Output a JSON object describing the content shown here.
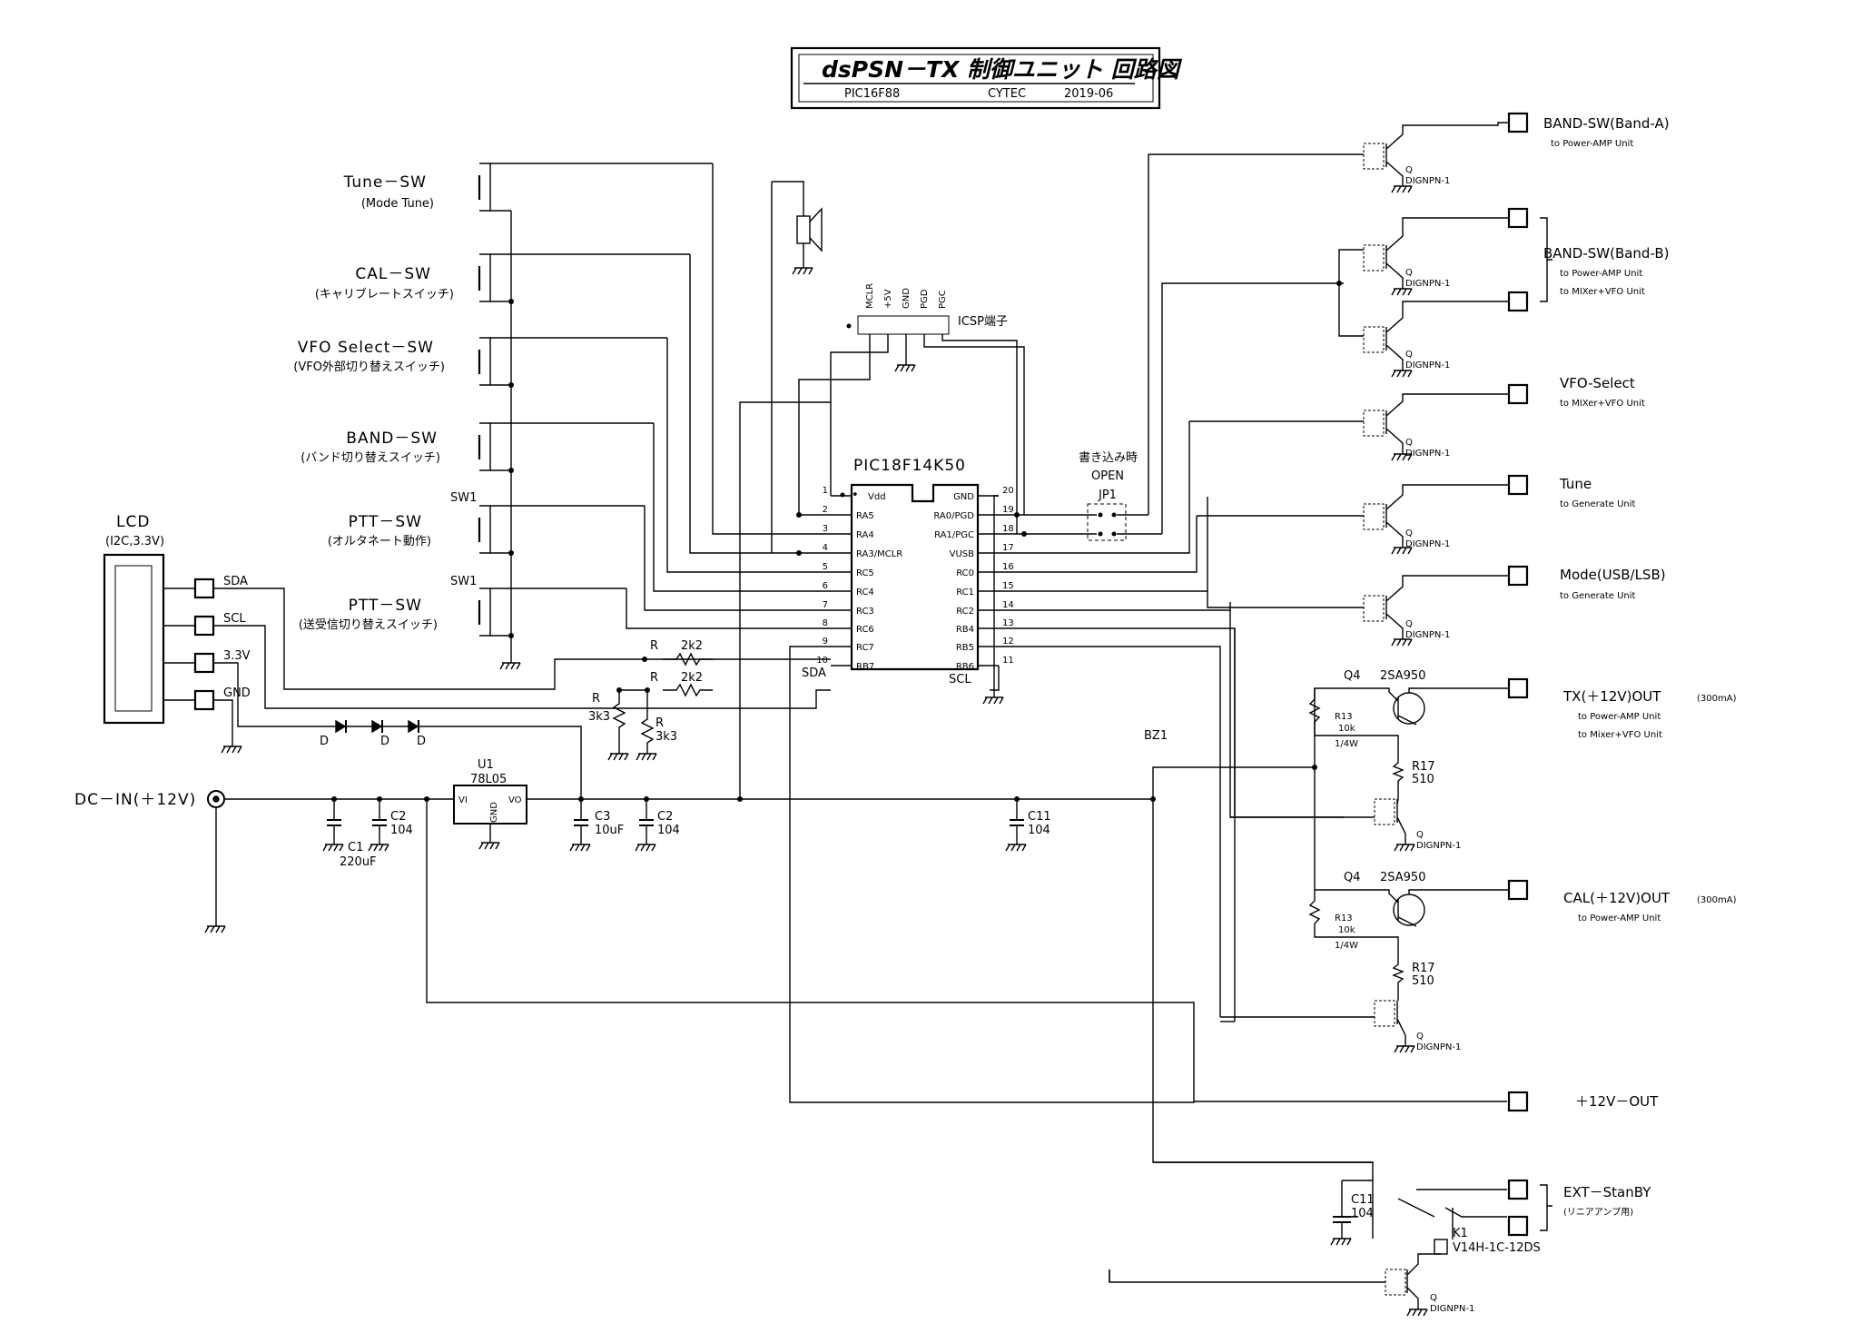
{
  "title_block": {
    "title": "dsPSN－TX 制御ユニット 回路図",
    "mcu": "PIC16F88",
    "maker": "CYTEC",
    "date": "2019-06"
  },
  "switches": [
    {
      "name": "Tune－SW",
      "note": "(Mode Tune)",
      "ref": ""
    },
    {
      "name": "CAL－SW",
      "note": "(キャリブレートスイッチ)",
      "ref": ""
    },
    {
      "name": "VFO Select－SW",
      "note": "(VFO外部切り替えスイッチ)",
      "ref": ""
    },
    {
      "name": "BAND－SW",
      "note": "(バンド切り替えスイッチ)",
      "ref": ""
    },
    {
      "name": "PTT－SW",
      "note": "(オルタネート動作)",
      "ref": "SW1"
    },
    {
      "name": "PTT－SW",
      "note": "(送受信切り替えスイッチ)",
      "ref": "SW1"
    }
  ],
  "lcd": {
    "name": "LCD",
    "spec": "(I2C,3.3V)",
    "pins": [
      "SDA",
      "SCL",
      "3.3V",
      "GND"
    ]
  },
  "mcu_chip": {
    "name": "PIC18F14K50",
    "dot": "•",
    "left_pins": [
      {
        "num": "1",
        "name": "Vdd"
      },
      {
        "num": "2",
        "name": "RA5"
      },
      {
        "num": "3",
        "name": "RA4"
      },
      {
        "num": "4",
        "name": "RA3/MCLR"
      },
      {
        "num": "5",
        "name": "RC5"
      },
      {
        "num": "6",
        "name": "RC4"
      },
      {
        "num": "7",
        "name": "RC3"
      },
      {
        "num": "8",
        "name": "RC6"
      },
      {
        "num": "9",
        "name": "RC7"
      },
      {
        "num": "10",
        "name": "RB7"
      }
    ],
    "right_pins": [
      {
        "num": "20",
        "name": "GND"
      },
      {
        "num": "19",
        "name": "RA0/PGD"
      },
      {
        "num": "18",
        "name": "RA1/PGC"
      },
      {
        "num": "17",
        "name": "VUSB"
      },
      {
        "num": "16",
        "name": "RC0"
      },
      {
        "num": "15",
        "name": "RC1"
      },
      {
        "num": "14",
        "name": "RC2"
      },
      {
        "num": "13",
        "name": "RB4"
      },
      {
        "num": "12",
        "name": "RB5"
      },
      {
        "num": "11",
        "name": "RB6"
      }
    ],
    "sda": "SDA",
    "scl": "SCL"
  },
  "icsp": {
    "label": "ICSP端子",
    "pins": [
      "MCLR",
      "+5V",
      "GND",
      "PGD",
      "PGC"
    ]
  },
  "jumper": {
    "note1": "書き込み時",
    "note2": "OPEN",
    "ref": "JP1"
  },
  "pullups": [
    {
      "ref": "R",
      "value": "2k2"
    },
    {
      "ref": "R",
      "value": "2k2"
    },
    {
      "ref": "R",
      "value": "3k3"
    },
    {
      "ref": "R",
      "value": "3k3"
    }
  ],
  "diode_label": "D",
  "power": {
    "dc_in": "DC－IN(＋12V)",
    "regulator": {
      "ref": "U1",
      "part": "78L05",
      "vi": "VI",
      "vo": "VO",
      "gnd": "GND"
    },
    "caps": [
      {
        "ref": "C1",
        "value": "220uF"
      },
      {
        "ref": "C2",
        "value": "104"
      },
      {
        "ref": "C3",
        "value": "10uF"
      },
      {
        "ref": "C2",
        "value": "104"
      },
      {
        "ref": "C11",
        "value": "104"
      }
    ]
  },
  "buzzer": "BZ1",
  "transistor_part": "DIGNPN-1",
  "transistor_ref": "Q",
  "outputs": {
    "band_a": {
      "name": "BAND-SW(Band-A)",
      "subs": [
        "to Power-AMP Unit"
      ]
    },
    "band_b": {
      "name": "BAND-SW(Band-B)",
      "subs": [
        "to Power-AMP Unit",
        "to MIXer+VFO Unit"
      ]
    },
    "vfo": {
      "name": "VFO-Select",
      "subs": [
        "to MIXer+VFO Unit"
      ]
    },
    "tune": {
      "name": "Tune",
      "subs": [
        "to Generate Unit"
      ]
    },
    "mode": {
      "name": "Mode(USB/LSB)",
      "subs": [
        "to Generate Unit"
      ]
    },
    "tx": {
      "name": "TX(＋12V)OUT",
      "rating": "(300mA)",
      "subs": [
        "to Power-AMP Unit",
        "to Mixer+VFO Unit"
      ]
    },
    "cal": {
      "name": "CAL(＋12V)OUT",
      "rating": "(300mA)",
      "subs": [
        "to Power-AMP Unit"
      ]
    },
    "plus12": {
      "name": "＋12V－OUT"
    },
    "ext": {
      "name": "EXT－StanBY",
      "note": "(リニアアンプ用)"
    }
  },
  "pnp": {
    "ref": "Q4",
    "part": "2SA950",
    "r13_ref": "R13",
    "r13_val": "10k",
    "r13_w": "1/4W",
    "r17_ref": "R17",
    "r17_val": "510"
  },
  "relay": {
    "ref": "K1",
    "part": "V14H-1C-12DS",
    "cap_ref": "C11",
    "cap_val": "104"
  }
}
